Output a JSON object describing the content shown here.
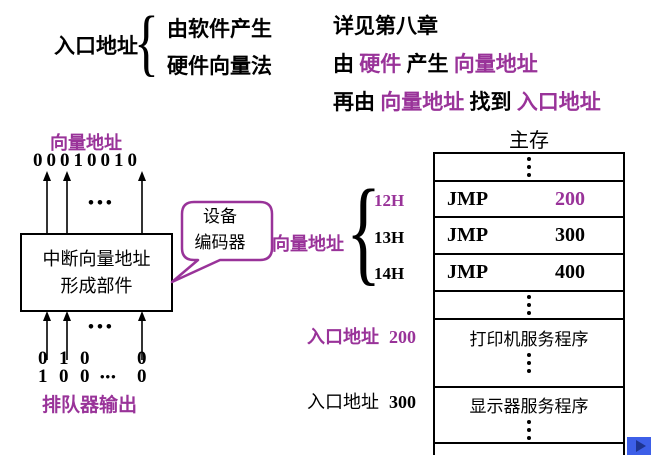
{
  "colors": {
    "purple": "#993399",
    "nav_blue": "#3D5FE8",
    "nav_arrow": "#1E3490"
  },
  "top_left": {
    "label": "入口地址",
    "brace": "{",
    "options": [
      "由软件产生",
      "硬件向量法"
    ]
  },
  "top_right": {
    "line1": "详见第八章",
    "line2": [
      "由 ",
      "硬件",
      " 产生 ",
      "向量地址"
    ],
    "line3": [
      "再由 ",
      "向量地址",
      " 找到 ",
      "入口地址"
    ]
  },
  "encoder": {
    "vector_label": "向量地址",
    "vector_bits": "00010010",
    "dots": "•••",
    "box": [
      "中断向量地址",
      "形成部件"
    ],
    "callout": [
      "设备",
      "编码器"
    ],
    "queue_row1": [
      "0",
      "1",
      "0",
      "0"
    ],
    "queue_row2": [
      "1",
      "0",
      "0",
      "0"
    ],
    "queue_dashes": "•••",
    "queue_label": "排队器输出"
  },
  "memory": {
    "title": "主存",
    "brace": "{",
    "brace_label": "向量地址",
    "vector_addresses": [
      "12H",
      "13H",
      "14H"
    ],
    "rows": [
      {
        "op": "JMP",
        "target": "200"
      },
      {
        "op": "JMP",
        "target": "300"
      },
      {
        "op": "JMP",
        "target": "400"
      }
    ],
    "services": [
      "打印机服务程序",
      "显示器服务程序"
    ],
    "entries": [
      {
        "label": "入口地址",
        "value": "200"
      },
      {
        "label": "入口地址",
        "value": "300"
      }
    ]
  }
}
